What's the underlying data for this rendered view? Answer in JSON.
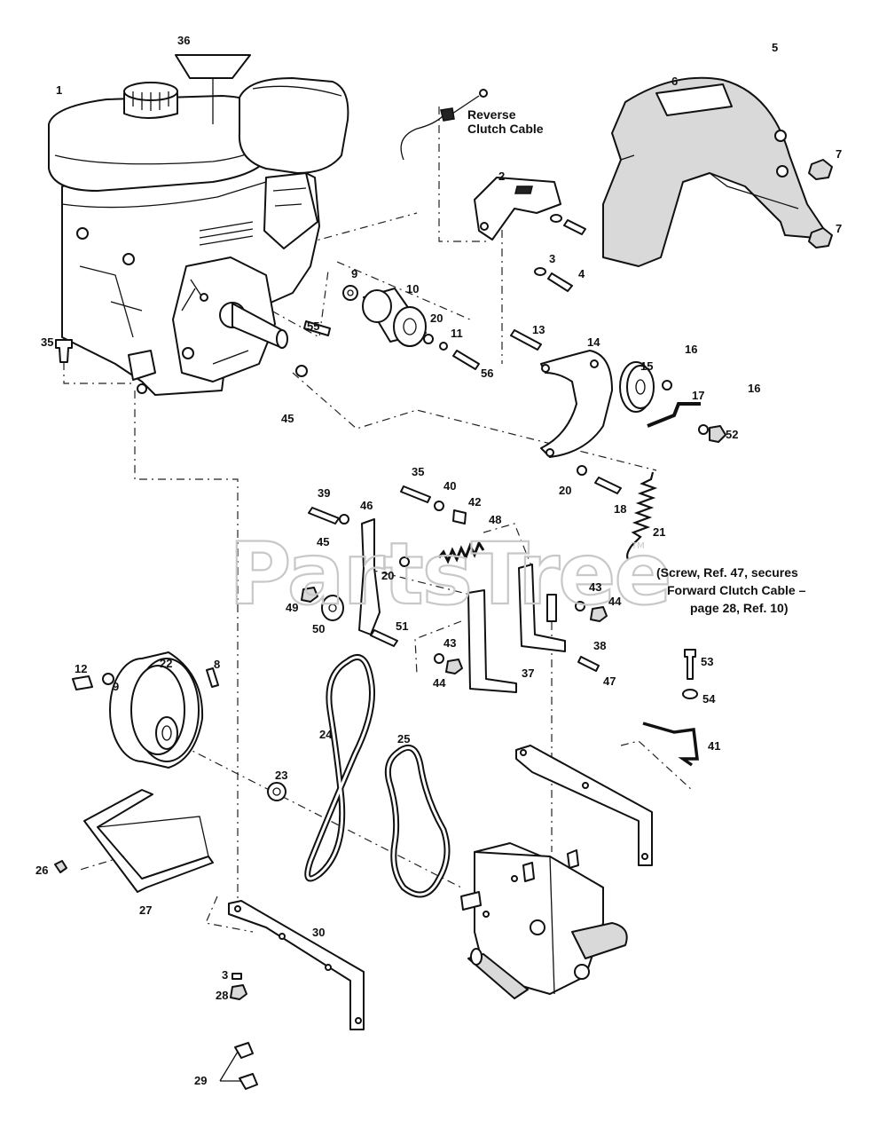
{
  "watermark": {
    "text": "PartsTree",
    "tm": "TM"
  },
  "labels": {
    "reverse_clutch_cable": "Reverse\nClutch Cable",
    "screw_note": "(Screw, Ref. 47, secures\nForward Clutch Cable –\npage 28, Ref. 10)"
  },
  "callouts": [
    "36",
    "1",
    "5",
    "6",
    "7",
    "7",
    "2",
    "3",
    "4",
    "9",
    "10",
    "20",
    "11",
    "56",
    "55",
    "35",
    "45",
    "13",
    "14",
    "15",
    "16",
    "17",
    "16",
    "52",
    "20",
    "18",
    "21",
    "35",
    "40",
    "39",
    "46",
    "42",
    "48",
    "45",
    "20",
    "43",
    "44",
    "49",
    "50",
    "51",
    "43",
    "44",
    "38",
    "37",
    "47",
    "53",
    "54",
    "41",
    "12",
    "9",
    "22",
    "8",
    "24",
    "25",
    "23",
    "26",
    "27",
    "30",
    "3",
    "28",
    "29"
  ]
}
